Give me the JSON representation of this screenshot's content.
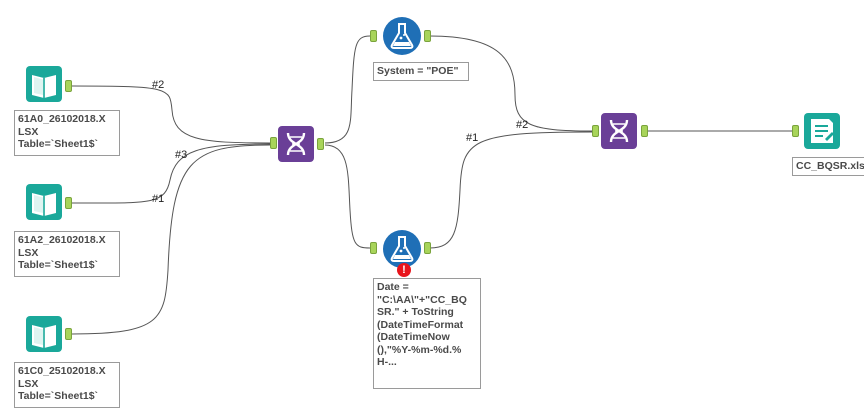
{
  "tools": {
    "input1": {
      "label": "61A0_26102018.X\nLSX\nTable=`Sheet1$`"
    },
    "input2": {
      "label": "61A2_26102018.X\nLSX\nTable=`Sheet1$`"
    },
    "input3": {
      "label": "61C0_25102018.X\nLSX\nTable=`Sheet1$`"
    },
    "union1": {
      "icon": "dna-union-icon"
    },
    "formula_top": {
      "label": "System = \"POE\""
    },
    "formula_bottom": {
      "label": "Date =\n\"C:\\AA\\\"+\"CC_BQ\nSR.\" + ToString\n(DateTimeFormat\n(DateTimeNow\n(),\"%Y-%m-%d.%\nH-..."
    },
    "union2": {
      "icon": "dna-union-icon"
    },
    "output": {
      "label": "CC_BQSR.xlsx"
    }
  },
  "connections": {
    "c1": "#2",
    "c2": "#1",
    "c3": "#3",
    "c4": "#2",
    "c5": "#1"
  },
  "colors": {
    "input_teal": "#1aa89a",
    "formula_blue": "#1f6fb6",
    "union_purple": "#6a3f97",
    "anchor_green": "#a8d45a",
    "error_red": "#e8141b"
  }
}
